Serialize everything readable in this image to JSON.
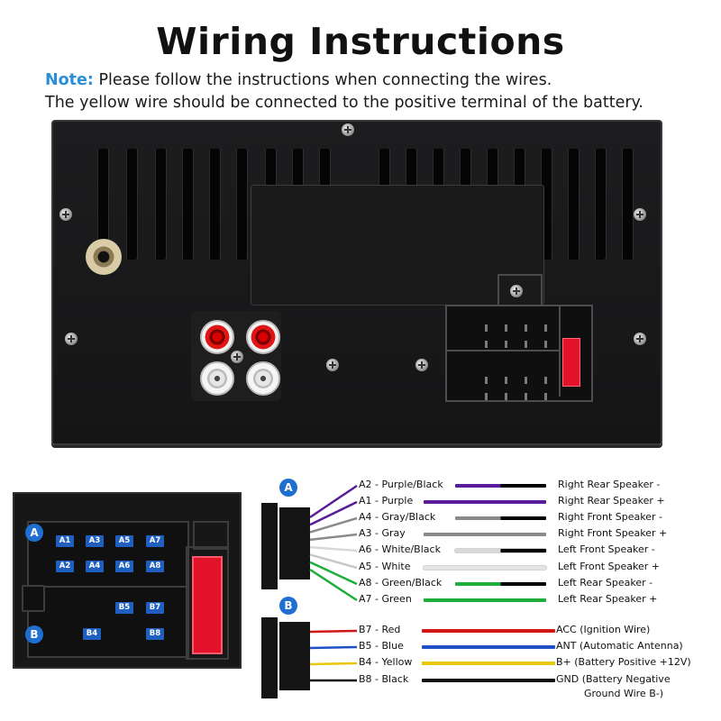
{
  "title": "Wiring Instructions",
  "note_label": "Note:",
  "note_text": "Please follow the instructions when connecting the wires.",
  "note_text2": "The yellow wire should be connected to the positive terminal of the battery.",
  "closeup": {
    "badge_a": "A",
    "badge_b": "B",
    "pins_row1": [
      "A1",
      "A3",
      "A5",
      "A7"
    ],
    "pins_row2": [
      "A2",
      "A4",
      "A6",
      "A8"
    ],
    "pins_row3": [
      "B5",
      "B7"
    ],
    "pins_row4": [
      "B4",
      "B8"
    ]
  },
  "group_a": {
    "badge": "A",
    "wires": [
      {
        "label": "A2 - Purple/Black",
        "dest": "Right Rear Speaker -",
        "color": "#5a1d9a",
        "stripe": "#000000"
      },
      {
        "label": "A1 - Purple",
        "dest": "Right Rear Speaker +",
        "color": "#5a1d9a",
        "stripe": ""
      },
      {
        "label": "A4 - Gray/Black",
        "dest": "Right Front Speaker -",
        "color": "#8a8a8a",
        "stripe": "#000000"
      },
      {
        "label": "A3 - Gray",
        "dest": "Right Front Speaker +",
        "color": "#8a8a8a",
        "stripe": ""
      },
      {
        "label": "A6 - White/Black",
        "dest": "Left Front Speaker -",
        "color": "#d8d8d8",
        "stripe": "#000000"
      },
      {
        "label": "A5 - White",
        "dest": "Left Front Speaker +",
        "color": "#e4e4e4",
        "stripe": ""
      },
      {
        "label": "A8 - Green/Black",
        "dest": "Left Rear Speaker -",
        "color": "#1fae3c",
        "stripe": "#000000"
      },
      {
        "label": "A7 - Green",
        "dest": "Left Rear Speaker +",
        "color": "#1fae3c",
        "stripe": ""
      }
    ]
  },
  "group_b": {
    "badge": "B",
    "wires": [
      {
        "label": "B7 - Red",
        "dest": "ACC (Ignition Wire)",
        "color": "#d21717",
        "stripe": ""
      },
      {
        "label": "B5 - Blue",
        "dest": "ANT (Automatic Antenna)",
        "color": "#1f50c8",
        "stripe": ""
      },
      {
        "label": "B4 - Yellow",
        "dest": "B+ (Battery Positive +12V)",
        "color": "#e8c60a",
        "stripe": ""
      },
      {
        "label": "B8 - Black",
        "dest": "GND (Battery Negative",
        "dest2": "Ground Wire B-)",
        "color": "#111111",
        "stripe": ""
      }
    ]
  },
  "colors": {
    "accent": "#2a8fd8",
    "badge": "#1f6fd1",
    "fuse": "#e3122a"
  }
}
